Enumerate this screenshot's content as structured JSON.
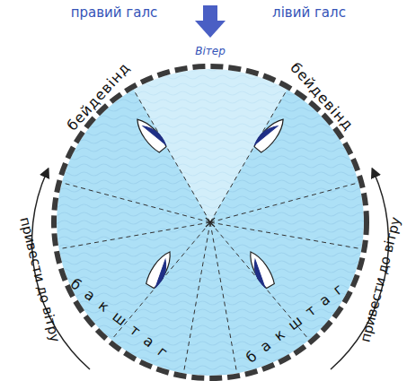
{
  "diagram": {
    "labels": [
      "правий галс",
      "лівий галс",
      "Вітер",
      "бейдевінд",
      "бейдевінд",
      "бакштаг",
      "бакштаг",
      "привести до вітру",
      "привести до вітру"
    ]
  }
}
